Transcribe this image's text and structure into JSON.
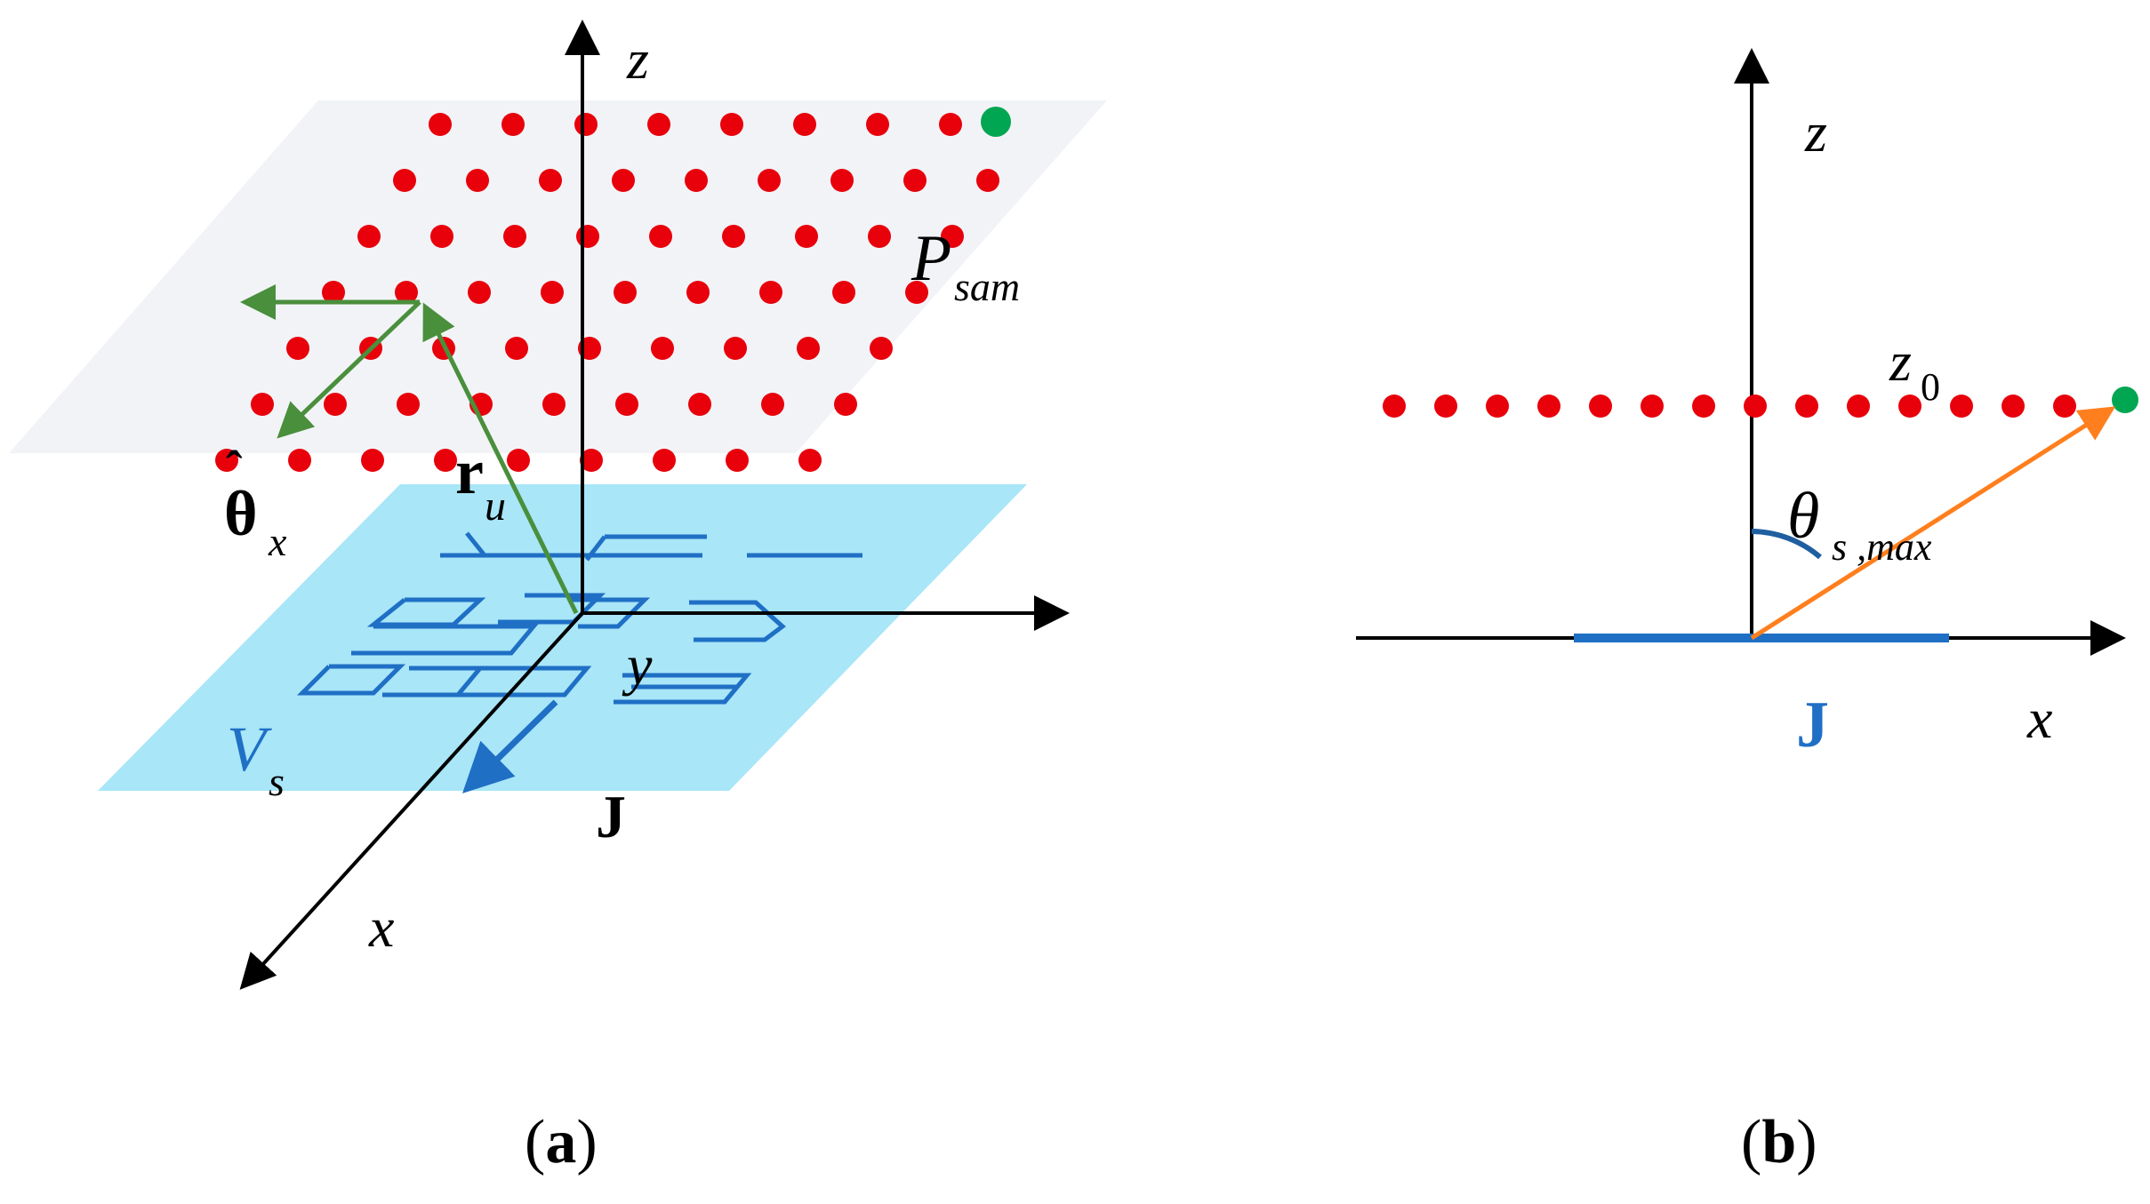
{
  "panel_a": {
    "caption_open": "(",
    "caption_letter": "a",
    "caption_close": ")",
    "z_label": "z",
    "y_label": "y",
    "x_label": "x",
    "p_main": "P",
    "p_sub": "sam",
    "theta_main": "θ",
    "theta_hat": "ˆ",
    "theta_sub": "x",
    "r_main": "r",
    "r_sub": "u",
    "v_main": "V",
    "v_sub": "s",
    "j_label": "J"
  },
  "panel_b": {
    "caption_open": "(",
    "caption_letter": "b",
    "caption_close": ")",
    "z_label": "z",
    "x_label": "x",
    "z0_main": "z",
    "z0_sub": "0",
    "theta_main": "θ",
    "theta_sub": "s ,max",
    "j_label": "J"
  },
  "colors": {
    "sample_point": "#e8000b",
    "highlight_point": "#00a651",
    "source_plane": "#a8e6f8",
    "sample_plane": "#f2f3f7",
    "current": "#1f6fc5",
    "vector": "#4a8f3c",
    "ray": "#ff7f1e"
  },
  "icons": [
    "arrow-up-icon",
    "arrow-right-icon",
    "arrow-down-left-icon"
  ]
}
